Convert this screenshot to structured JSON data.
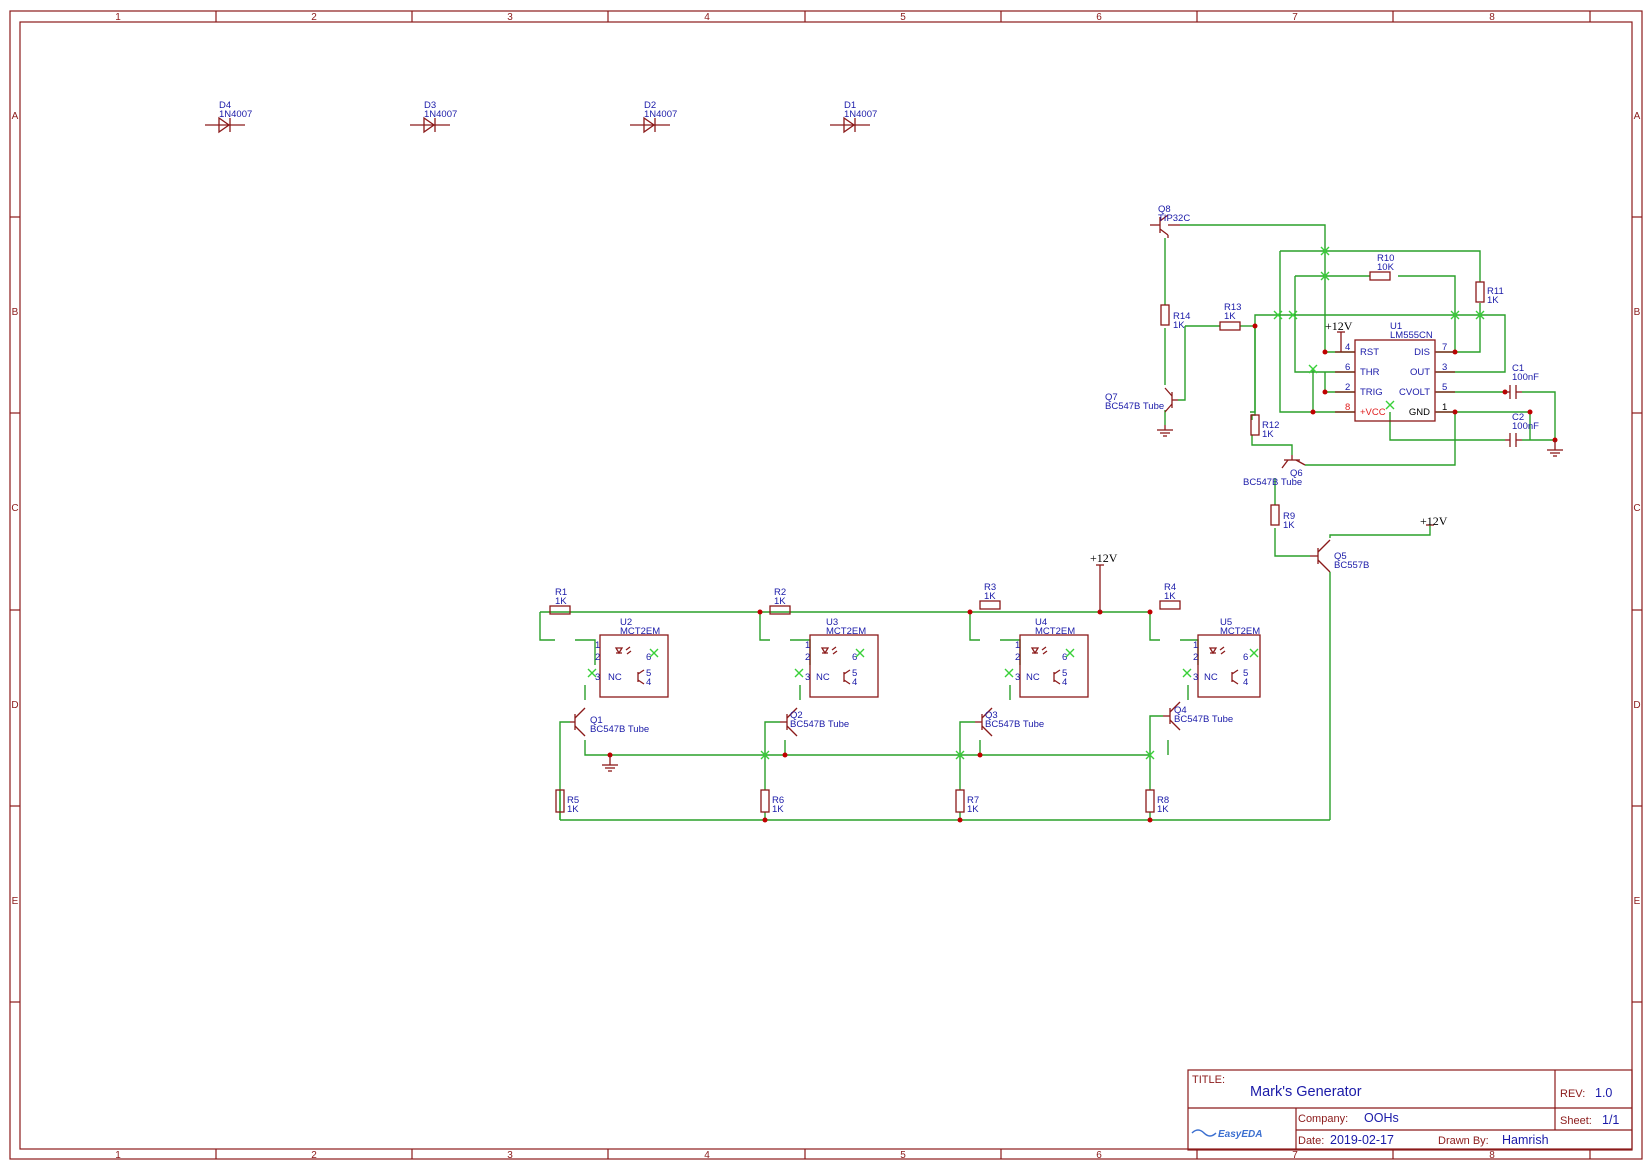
{
  "zones": {
    "columns": [
      "1",
      "2",
      "3",
      "4",
      "5",
      "6",
      "7",
      "8"
    ],
    "rows": [
      "A",
      "B",
      "C",
      "D",
      "E"
    ]
  },
  "colors": {
    "frame": "#8b1a1a",
    "wire": "#2aa02a",
    "text": "#1a1aa8",
    "junction": "#c00000",
    "no_connect": "#38d038"
  },
  "components": {
    "D4": {
      "ref": "D4",
      "value": "1N4007"
    },
    "D3": {
      "ref": "D3",
      "value": "1N4007"
    },
    "D2": {
      "ref": "D2",
      "value": "1N4007"
    },
    "D1": {
      "ref": "D1",
      "value": "1N4007"
    },
    "Q8": {
      "ref": "Q8",
      "value": "TIP32C"
    },
    "R14": {
      "ref": "R14",
      "value": "1K"
    },
    "Q7": {
      "ref": "Q7",
      "value": "BC547B Tube"
    },
    "R13": {
      "ref": "R13",
      "value": "1K"
    },
    "R10": {
      "ref": "R10",
      "value": "10K"
    },
    "R11": {
      "ref": "R11",
      "value": "1K"
    },
    "U1": {
      "ref": "U1",
      "value": "LM555CN"
    },
    "C1": {
      "ref": "C1",
      "value": "100nF"
    },
    "C2": {
      "ref": "C2",
      "value": "100nF"
    },
    "R12": {
      "ref": "R12",
      "value": "1K"
    },
    "Q6": {
      "ref": "Q6",
      "value": "BC547B Tube"
    },
    "R9": {
      "ref": "R9",
      "value": "1K"
    },
    "Q5": {
      "ref": "Q5",
      "value": "BC557B"
    },
    "R1": {
      "ref": "R1",
      "value": "1K"
    },
    "R2": {
      "ref": "R2",
      "value": "1K"
    },
    "R3": {
      "ref": "R3",
      "value": "1K"
    },
    "R4": {
      "ref": "R4",
      "value": "1K"
    },
    "U2": {
      "ref": "U2",
      "value": "MCT2EM"
    },
    "U3": {
      "ref": "U3",
      "value": "MCT2EM"
    },
    "U4": {
      "ref": "U4",
      "value": "MCT2EM"
    },
    "U5": {
      "ref": "U5",
      "value": "MCT2EM"
    },
    "Q1": {
      "ref": "Q1",
      "value": "BC547B Tube"
    },
    "Q2": {
      "ref": "Q2",
      "value": "BC547B Tube"
    },
    "Q3": {
      "ref": "Q3",
      "value": "BC547B Tube"
    },
    "Q4": {
      "ref": "Q4",
      "value": "BC547B Tube"
    },
    "R5": {
      "ref": "R5",
      "value": "1K"
    },
    "R6": {
      "ref": "R6",
      "value": "1K"
    },
    "R7": {
      "ref": "R7",
      "value": "1K"
    },
    "R8": {
      "ref": "R8",
      "value": "1K"
    }
  },
  "u1_pins": {
    "rst": "RST",
    "thr": "THR",
    "trig": "TRIG",
    "vcc": "+VCC",
    "dis": "DIS",
    "out": "OUT",
    "cvolt": "CVOLT",
    "gnd": "GND",
    "n4": "4",
    "n6": "6",
    "n2": "2",
    "n8": "8",
    "n7": "7",
    "n3": "3",
    "n5": "5",
    "n1": "1"
  },
  "opto_pins": {
    "p1": "1",
    "p2": "2",
    "p3": "3",
    "p4": "4",
    "p5": "5",
    "p6": "6",
    "nc": "NC"
  },
  "power": {
    "v12": "+12V"
  },
  "title_block": {
    "title_label": "TITLE:",
    "title": "Mark's Generator",
    "rev_label": "REV:",
    "rev": "1.0",
    "company_label": "Company:",
    "company": "OOHs",
    "sheet_label": "Sheet:",
    "sheet": "1/1",
    "date_label": "Date:",
    "date": "2019-02-17",
    "drawn_label": "Drawn By:",
    "drawn": "Hamrish",
    "logo": "EasyEDA"
  }
}
